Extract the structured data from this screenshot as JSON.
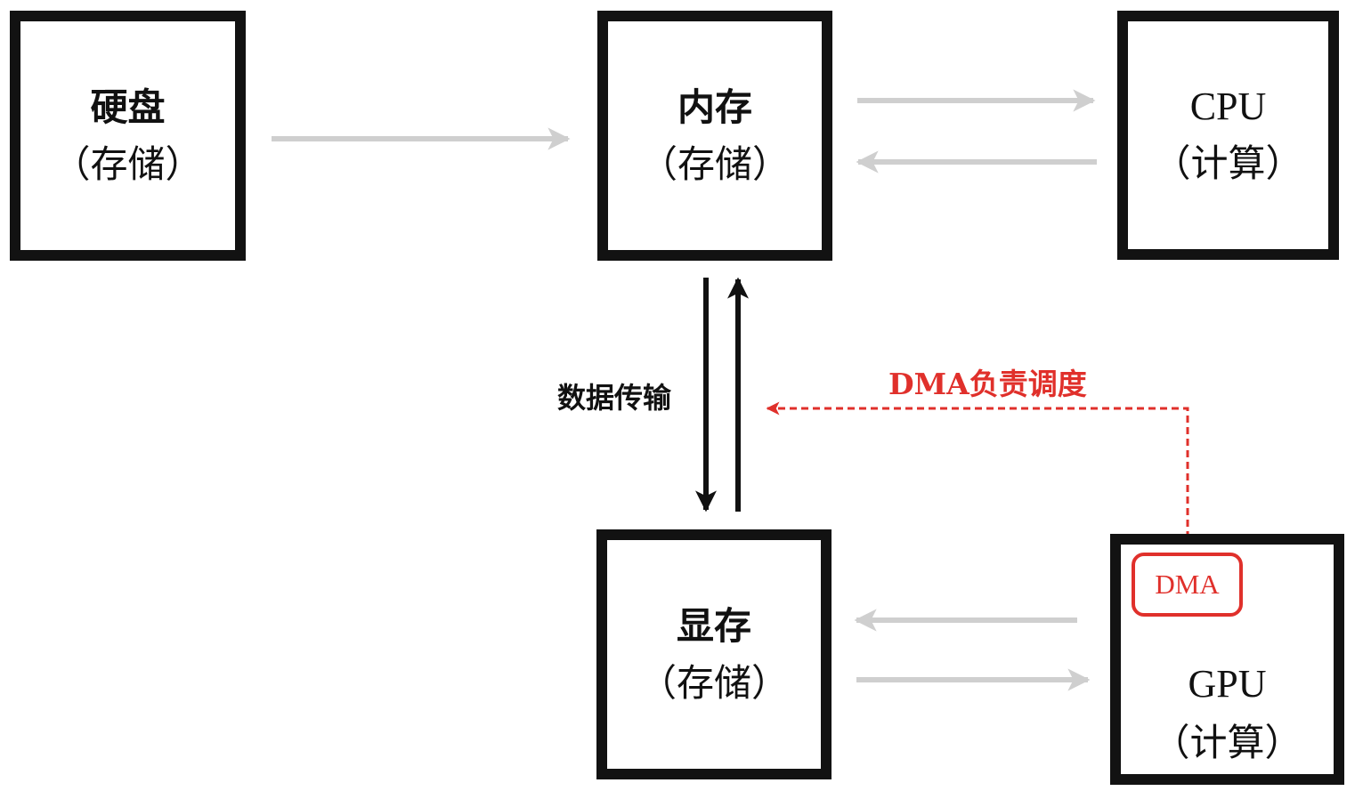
{
  "diagram": {
    "nodes": {
      "disk": {
        "title": "硬盘",
        "subtitle": "（存储）",
        "role": "storage"
      },
      "memory": {
        "title": "内存",
        "subtitle": "（存储）",
        "role": "storage"
      },
      "cpu": {
        "title": "CPU",
        "subtitle": "（计算）",
        "role": "compute"
      },
      "vram": {
        "title": "显存",
        "subtitle": "（存储）",
        "role": "storage"
      },
      "gpu": {
        "title": "GPU",
        "subtitle": "（计算）",
        "role": "compute",
        "chip": {
          "label": "DMA"
        }
      }
    },
    "labels": {
      "transfer": "数据传输",
      "dma_schedule": "DMA负责调度"
    },
    "edges": [
      {
        "from": "disk",
        "to": "memory",
        "style": "gray"
      },
      {
        "from": "memory",
        "to": "cpu",
        "style": "gray"
      },
      {
        "from": "cpu",
        "to": "memory",
        "style": "gray"
      },
      {
        "from": "memory",
        "to": "vram",
        "style": "black",
        "label": "数据传输"
      },
      {
        "from": "vram",
        "to": "memory",
        "style": "black",
        "label": "数据传输"
      },
      {
        "from": "gpu",
        "to": "vram",
        "style": "gray"
      },
      {
        "from": "vram",
        "to": "gpu",
        "style": "gray"
      },
      {
        "from": "gpu.dma",
        "to": "memory-vram-link",
        "style": "red-dashed",
        "label": "DMA负责调度"
      }
    ],
    "colors": {
      "box_border": "#121212",
      "gray_arrow": "#cfcfcf",
      "black_arrow": "#111111",
      "accent_red": "#e0302b"
    }
  }
}
